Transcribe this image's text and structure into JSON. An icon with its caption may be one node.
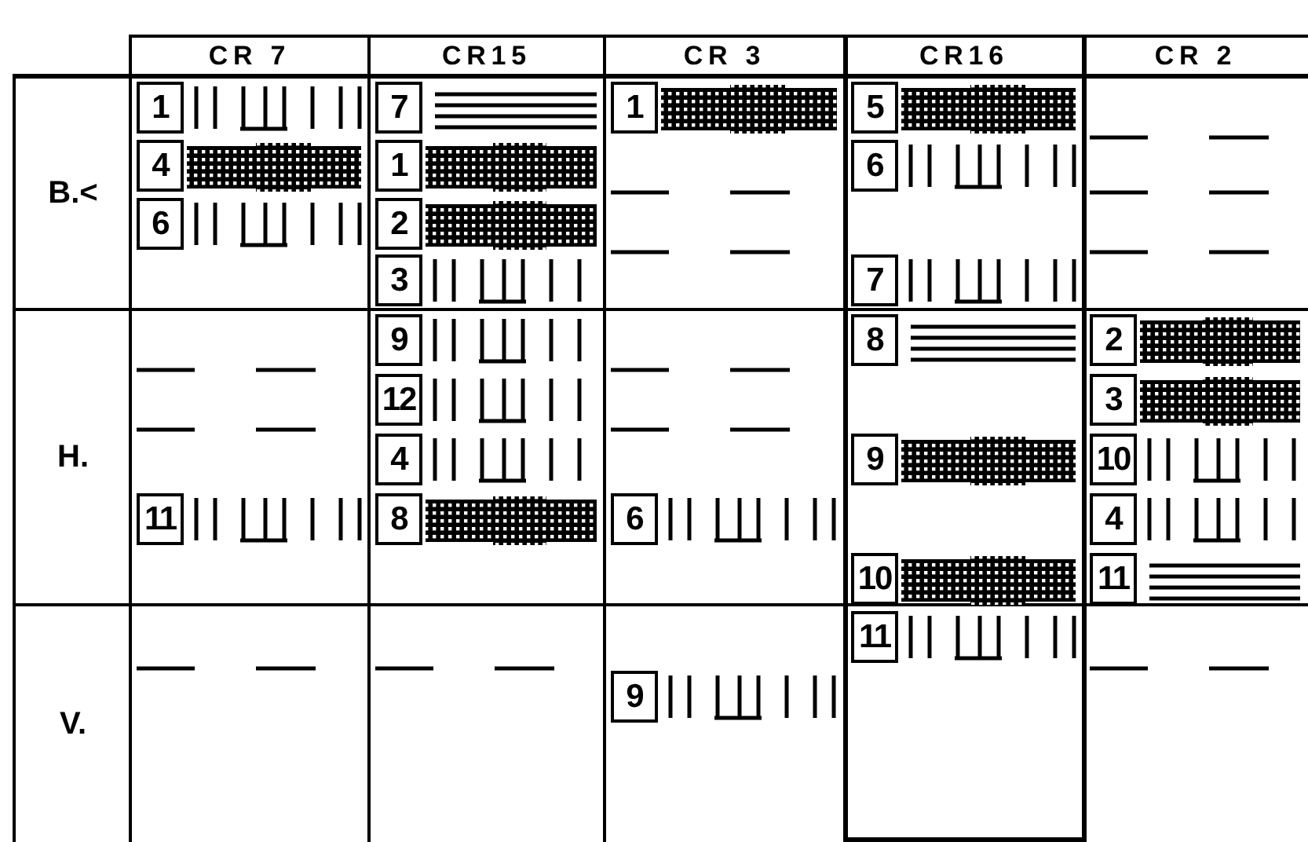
{
  "diagram": {
    "nodes": [
      {
        "text": [
          "1"
        ]
      },
      {
        "text": [
          "4"
        ]
      },
      {
        "text": [
          "6"
        ]
      },
      {
        "text": [
          "11"
        ]
      },
      {
        "text": [
          "7"
        ]
      },
      {
        "text": [
          "1"
        ]
      },
      {
        "text": [
          "2"
        ]
      },
      {
        "text": [
          "3"
        ]
      },
      {
        "text": [
          "9"
        ]
      },
      {
        "text": [
          "12"
        ]
      },
      {
        "text": [
          "4"
        ]
      },
      {
        "text": [
          "8"
        ]
      },
      {
        "text": [
          "1"
        ]
      },
      {
        "text": [
          "6"
        ]
      },
      {
        "text": [
          "9"
        ]
      },
      {
        "text": [
          "5"
        ]
      },
      {
        "text": [
          "6"
        ]
      },
      {
        "text": [
          "7"
        ]
      },
      {
        "text": [
          "8"
        ]
      },
      {
        "text": [
          "9"
        ]
      },
      {
        "text": [
          "10"
        ]
      },
      {
        "text": [
          "11"
        ]
      },
      {
        "text": [
          "2"
        ]
      },
      {
        "text": [
          "3"
        ]
      },
      {
        "text": [
          "10"
        ]
      },
      {
        "text": [
          "4"
        ]
      },
      {
        "text": [
          "11"
        ]
      }
    ],
    "labels": [
      "CR 7",
      "CR15",
      "CR 3",
      "CR16",
      "CR 2",
      "B.<",
      "H.",
      "V."
    ]
  }
}
